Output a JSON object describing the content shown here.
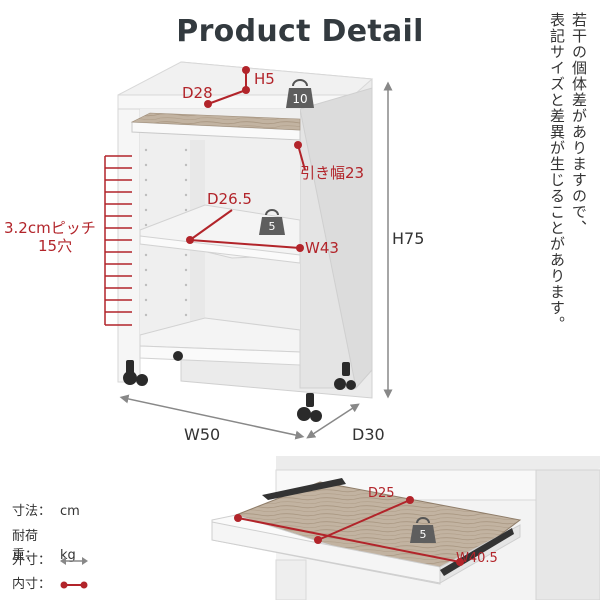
{
  "title": "Product Detail",
  "note": {
    "line1": "若干の個体差がありますので、",
    "line2": "表記サイズと差異が生じることがあります。"
  },
  "dimensions": {
    "top_depth": "D28",
    "top_height": "H5",
    "shelf_depth": "D26.5",
    "shelf_width": "W43",
    "pull_width": "引き幅23",
    "height": "H75",
    "width": "W50",
    "depth": "D30",
    "pitch_line1": "3.2cmピッチ",
    "pitch_line2": "15穴",
    "tray_depth": "D25",
    "tray_width": "W40.5"
  },
  "weights": {
    "top": "10",
    "shelf": "5",
    "tray": "5"
  },
  "legend": {
    "unit_label": "寸法：",
    "unit_value": "cm",
    "load_label": "耐荷重：",
    "load_value": "kg",
    "outer_label": "外寸：",
    "inner_label": "内寸："
  },
  "colors": {
    "accent": "#b2242a",
    "dimension_line": "#888888",
    "panel": "#f2f2f2",
    "wood": "#b9a996"
  }
}
